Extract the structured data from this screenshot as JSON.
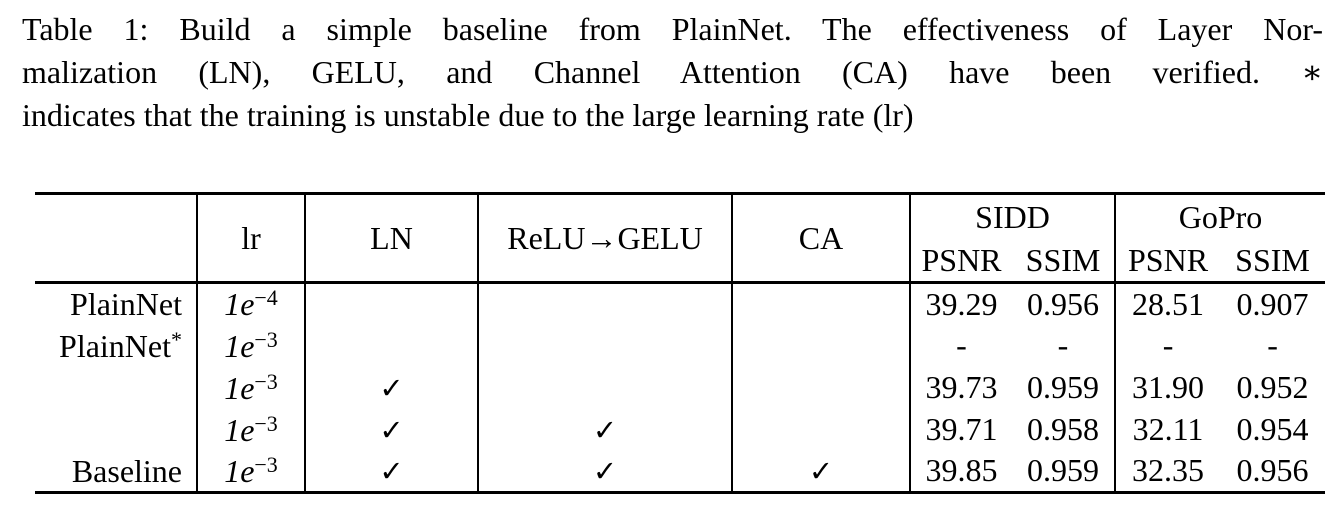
{
  "page": {
    "background": "#ffffff",
    "text_color": "#000000"
  },
  "caption": {
    "lines": [
      "Table 1: Build a simple baseline from PlainNet. The effectiveness of Layer Nor-",
      "malization (LN), GELU, and Channel Attention (CA) have been verified. ∗",
      "indicates that the training is unstable due to the large learning rate (lr)"
    ]
  },
  "table": {
    "header": {
      "corner": "",
      "lr": "lr",
      "ln": "LN",
      "gelu": "ReLU→GELU",
      "ca": "CA",
      "groups": [
        {
          "name": "SIDD",
          "psnr": "PSNR",
          "ssim": "SSIM"
        },
        {
          "name": "GoPro",
          "psnr": "PSNR",
          "ssim": "SSIM"
        }
      ]
    },
    "check_glyph": "✓",
    "rows": [
      {
        "label": "PlainNet",
        "label_sup": "",
        "lr_base": "1e",
        "lr_exp": "−4",
        "ln": "",
        "gelu": "",
        "ca": "",
        "sidd_psnr": "39.29",
        "sidd_ssim": "0.956",
        "gopro_psnr": "28.51",
        "gopro_ssim": "0.907"
      },
      {
        "label": "PlainNet",
        "label_sup": "*",
        "lr_base": "1e",
        "lr_exp": "−3",
        "ln": "",
        "gelu": "",
        "ca": "",
        "sidd_psnr": "-",
        "sidd_ssim": "-",
        "gopro_psnr": "-",
        "gopro_ssim": "-"
      },
      {
        "label": "",
        "label_sup": "",
        "lr_base": "1e",
        "lr_exp": "−3",
        "ln": "✓",
        "gelu": "",
        "ca": "",
        "sidd_psnr": "39.73",
        "sidd_ssim": "0.959",
        "gopro_psnr": "31.90",
        "gopro_ssim": "0.952"
      },
      {
        "label": "",
        "label_sup": "",
        "lr_base": "1e",
        "lr_exp": "−3",
        "ln": "✓",
        "gelu": "✓",
        "ca": "",
        "sidd_psnr": "39.71",
        "sidd_ssim": "0.958",
        "gopro_psnr": "32.11",
        "gopro_ssim": "0.954"
      },
      {
        "label": "Baseline",
        "label_sup": "",
        "lr_base": "1e",
        "lr_exp": "−3",
        "ln": "✓",
        "gelu": "✓",
        "ca": "✓",
        "sidd_psnr": "39.85",
        "sidd_ssim": "0.959",
        "gopro_psnr": "32.35",
        "gopro_ssim": "0.956"
      }
    ]
  }
}
